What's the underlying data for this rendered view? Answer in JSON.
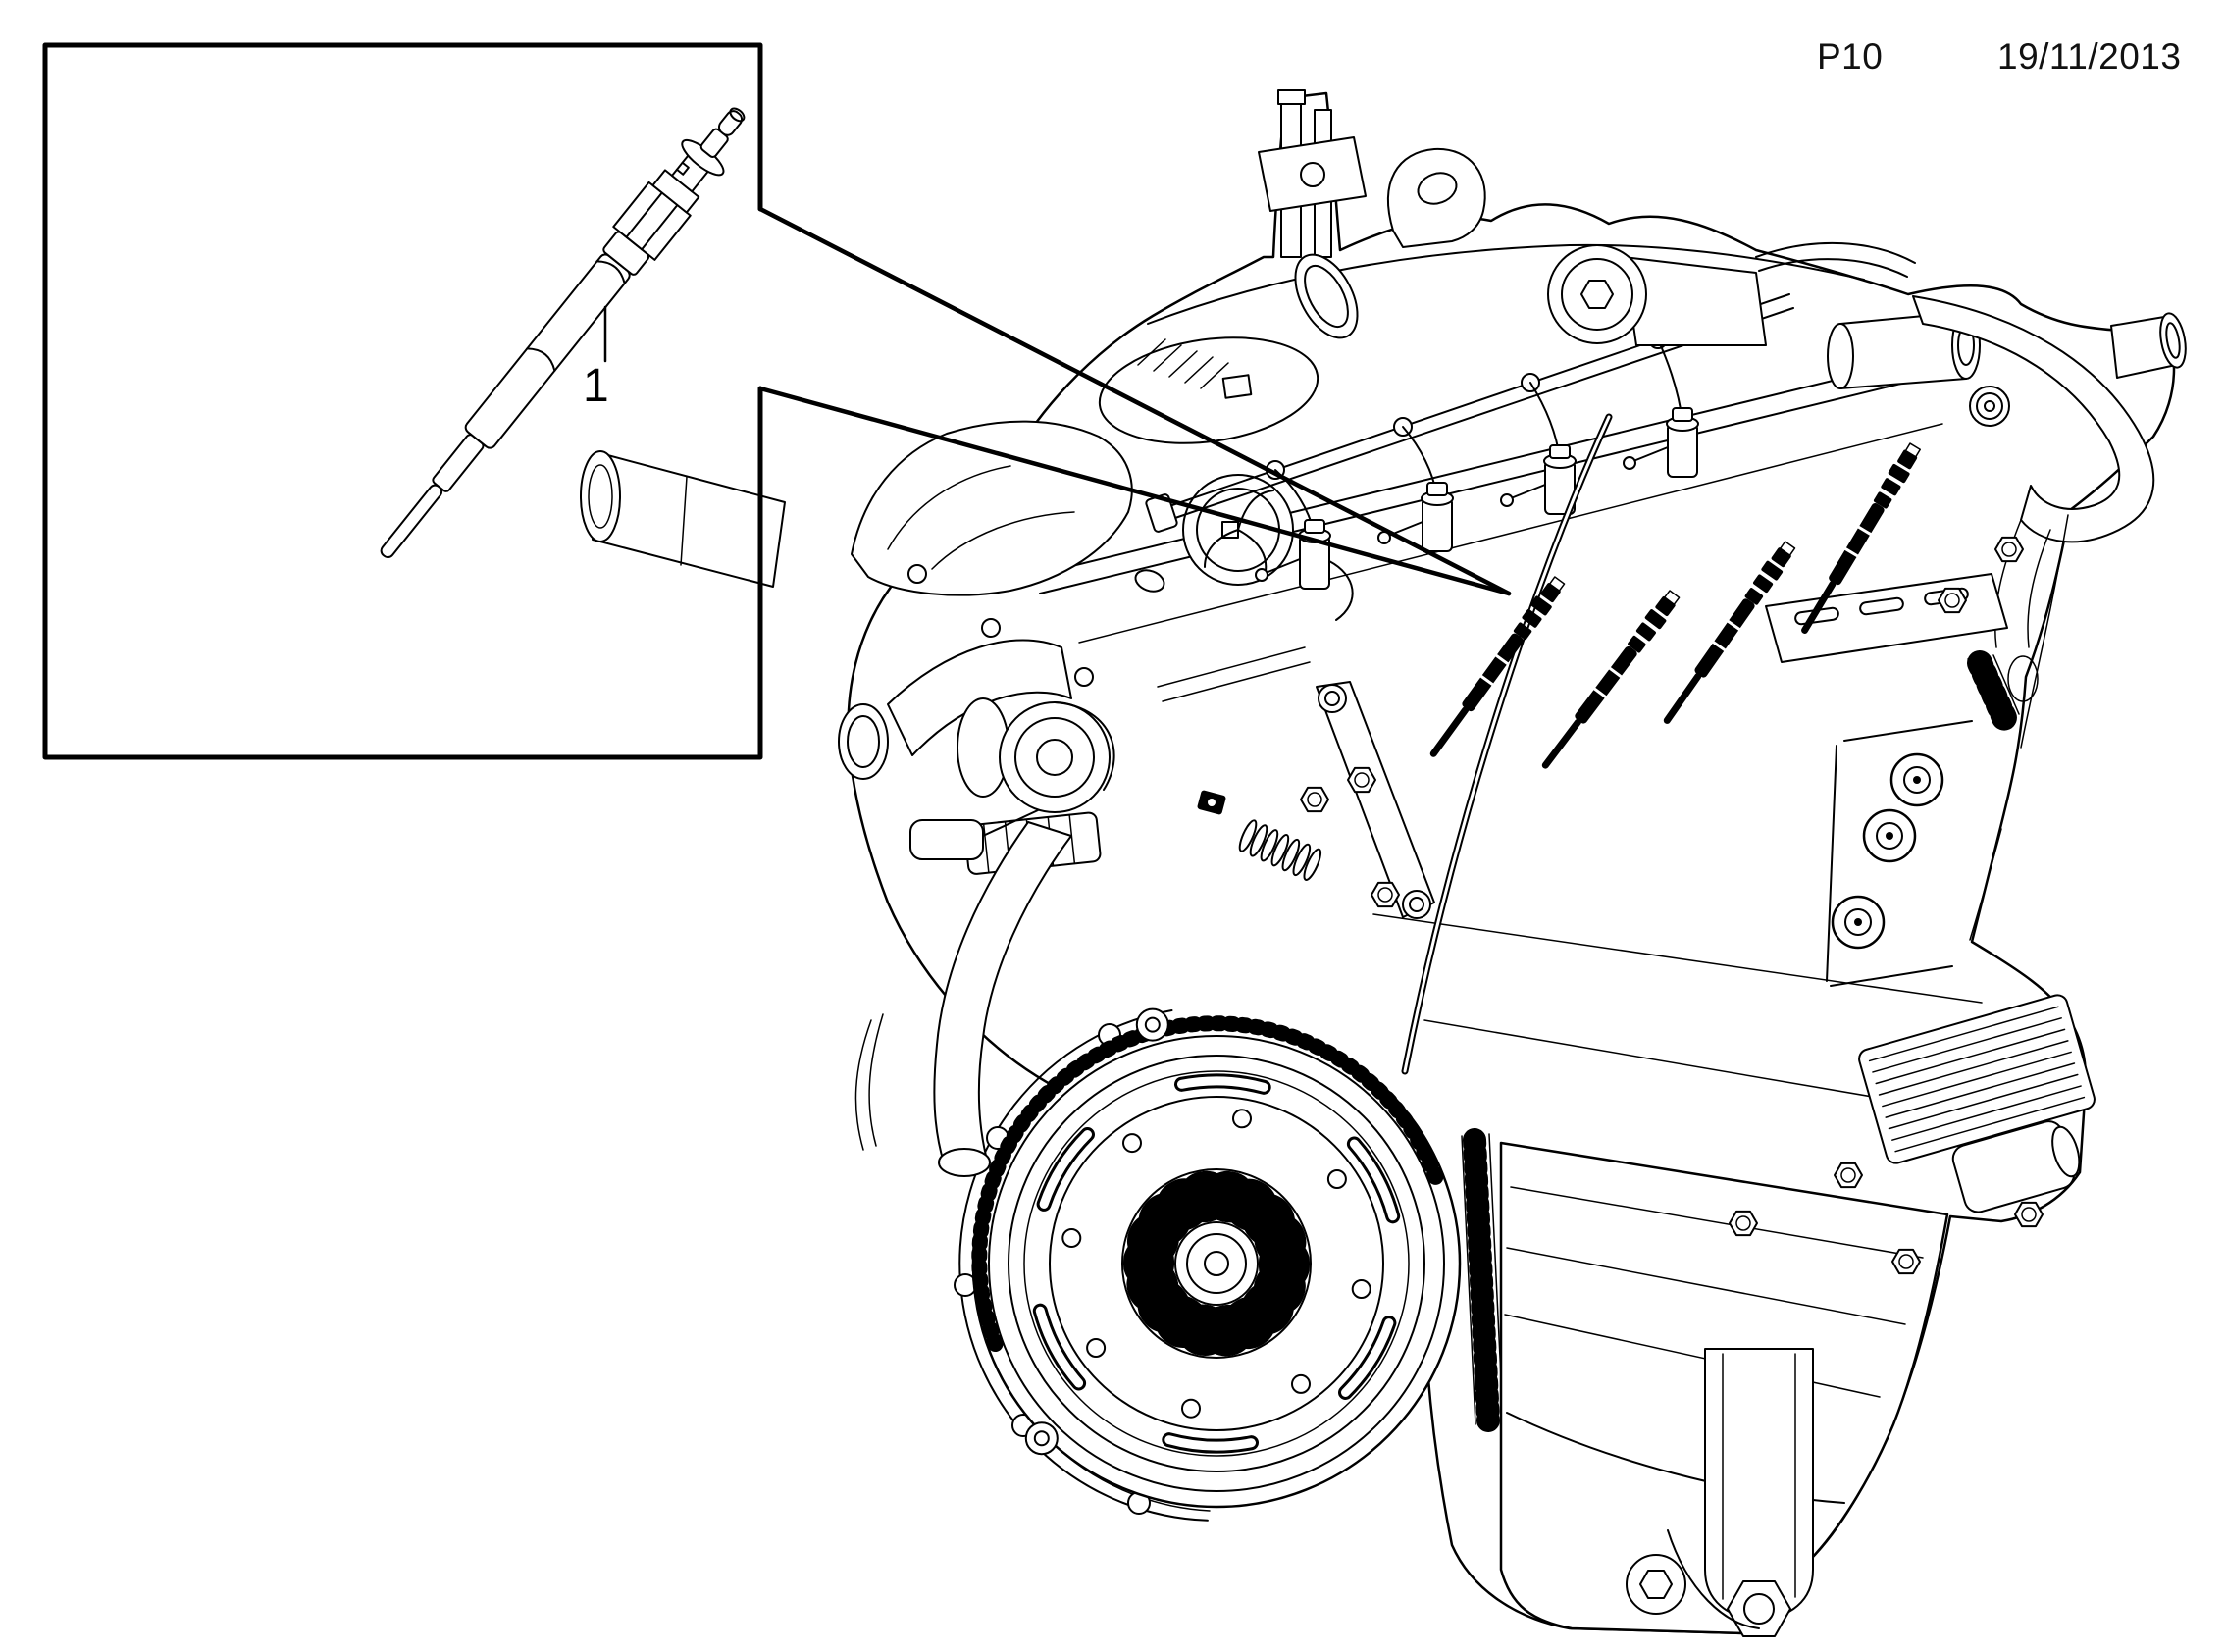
{
  "colors": {
    "background": "#ffffff",
    "ink": "#000000"
  },
  "header": {
    "page_code": "P10",
    "date": "19/11/2013"
  },
  "callout": {
    "label": "1",
    "labeled_part": "glow-plug"
  },
  "figure": {
    "kind": "engine-parts-line-diagram",
    "subject": "diesel-engine-assembly",
    "highlighted_part_label": "1",
    "highlighted_part": "glow-plug",
    "glow_plugs_installed_on_engine": 4,
    "components": [
      "inset-callout-box",
      "glow-plug-inset-drawing",
      "part-leader-lines",
      "engine-silhouette",
      "cylinder-head-cover",
      "oil-separator-dome",
      "vacuum-pump",
      "breather-port",
      "fuel-rail",
      "fuel-injectors",
      "high-pressure-fuel-pump",
      "top-studs",
      "lifting-bracket",
      "intake-hose",
      "coolant-outlet",
      "idler-pulley",
      "slotted-bracket",
      "engine-mount-bolts",
      "oil-cooler",
      "engine-block",
      "oil-pan",
      "oil-filter-housing",
      "drain-plug",
      "bell-housing-flange",
      "flywheel-ring-gear",
      "clutch-pressure-plate",
      "diaphragm-spring-fingers",
      "turbocharger",
      "particulate-filter",
      "intake-elbow",
      "exhaust-heat-shield",
      "wastegate-actuator",
      "exhaust-downpipe",
      "egr-cooler",
      "flex-bellows",
      "mount-arm",
      "dipstick-tube",
      "glow-plugs-installed"
    ]
  }
}
